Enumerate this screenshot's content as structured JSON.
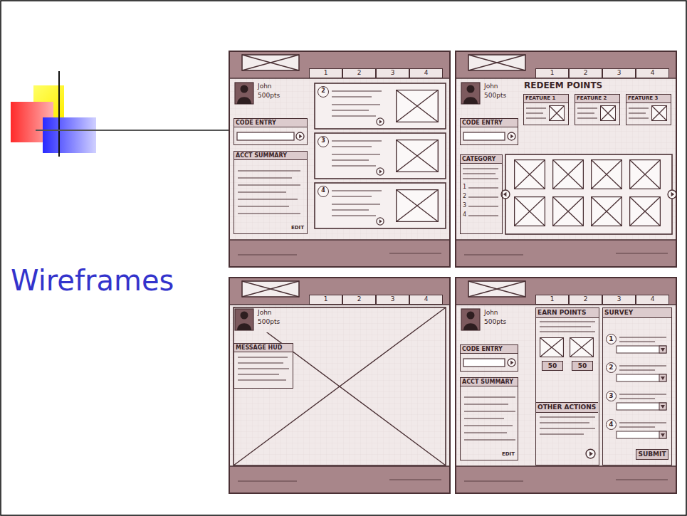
{
  "diagram": {
    "title": "Wireframes",
    "nodes": [
      {
        "text": [
          "1"
        ]
      },
      {
        "text": [
          "2"
        ]
      },
      {
        "text": [
          "3"
        ]
      },
      {
        "text": [
          "4"
        ]
      },
      {
        "text": [
          "CODE ENTRY"
        ]
      },
      {
        "text": [
          "ACCT SUMMARY",
          "EDIT"
        ]
      },
      {
        "text": [
          "2"
        ]
      },
      {
        "text": [
          "3"
        ]
      },
      {
        "text": [
          "4"
        ]
      },
      {
        "text": [
          "1"
        ]
      },
      {
        "text": [
          "2"
        ]
      },
      {
        "text": [
          "3"
        ]
      },
      {
        "text": [
          "4"
        ]
      },
      {
        "text": [
          "CODE ENTRY"
        ]
      },
      {
        "text": [
          "FEATURE 1"
        ]
      },
      {
        "text": [
          "FEATURE 2"
        ]
      },
      {
        "text": [
          "FEATURE 3"
        ]
      },
      {
        "text": [
          "CATEGORY"
        ]
      },
      {
        "text": [
          "1"
        ]
      },
      {
        "text": [
          "2"
        ]
      },
      {
        "text": [
          "3"
        ]
      },
      {
        "text": [
          "4"
        ]
      },
      {
        "text": [
          "MESSAGE HUD"
        ]
      },
      {
        "text": [
          "1"
        ]
      },
      {
        "text": [
          "2"
        ]
      },
      {
        "text": [
          "3"
        ]
      },
      {
        "text": [
          "4"
        ]
      },
      {
        "text": [
          "CODE ENTRY"
        ]
      },
      {
        "text": [
          "ACCT SUMMARY",
          "EDIT"
        ]
      },
      {
        "text": [
          "EARN POINTS"
        ]
      },
      {
        "text": [
          "50"
        ],
        "in": 29
      },
      {
        "text": [
          "50"
        ],
        "in": 29
      },
      {
        "text": [
          "OTHER ACTIONS"
        ],
        "in": 29
      },
      {
        "text": [
          "SURVEY"
        ]
      },
      {
        "text": [
          "1"
        ],
        "in": 33
      },
      {
        "text": [
          "2"
        ],
        "in": 33
      },
      {
        "text": [
          "3"
        ],
        "in": 33
      },
      {
        "text": [
          "4"
        ],
        "in": 33
      },
      {
        "text": [
          "SUBMIT"
        ],
        "in": 33
      }
    ],
    "labels": [
      "John",
      "500pts",
      "John",
      "500pts",
      "REDEEM POINTS",
      "1",
      "2",
      "3",
      "4",
      "John",
      "500pts",
      "John",
      "500pts"
    ]
  }
}
